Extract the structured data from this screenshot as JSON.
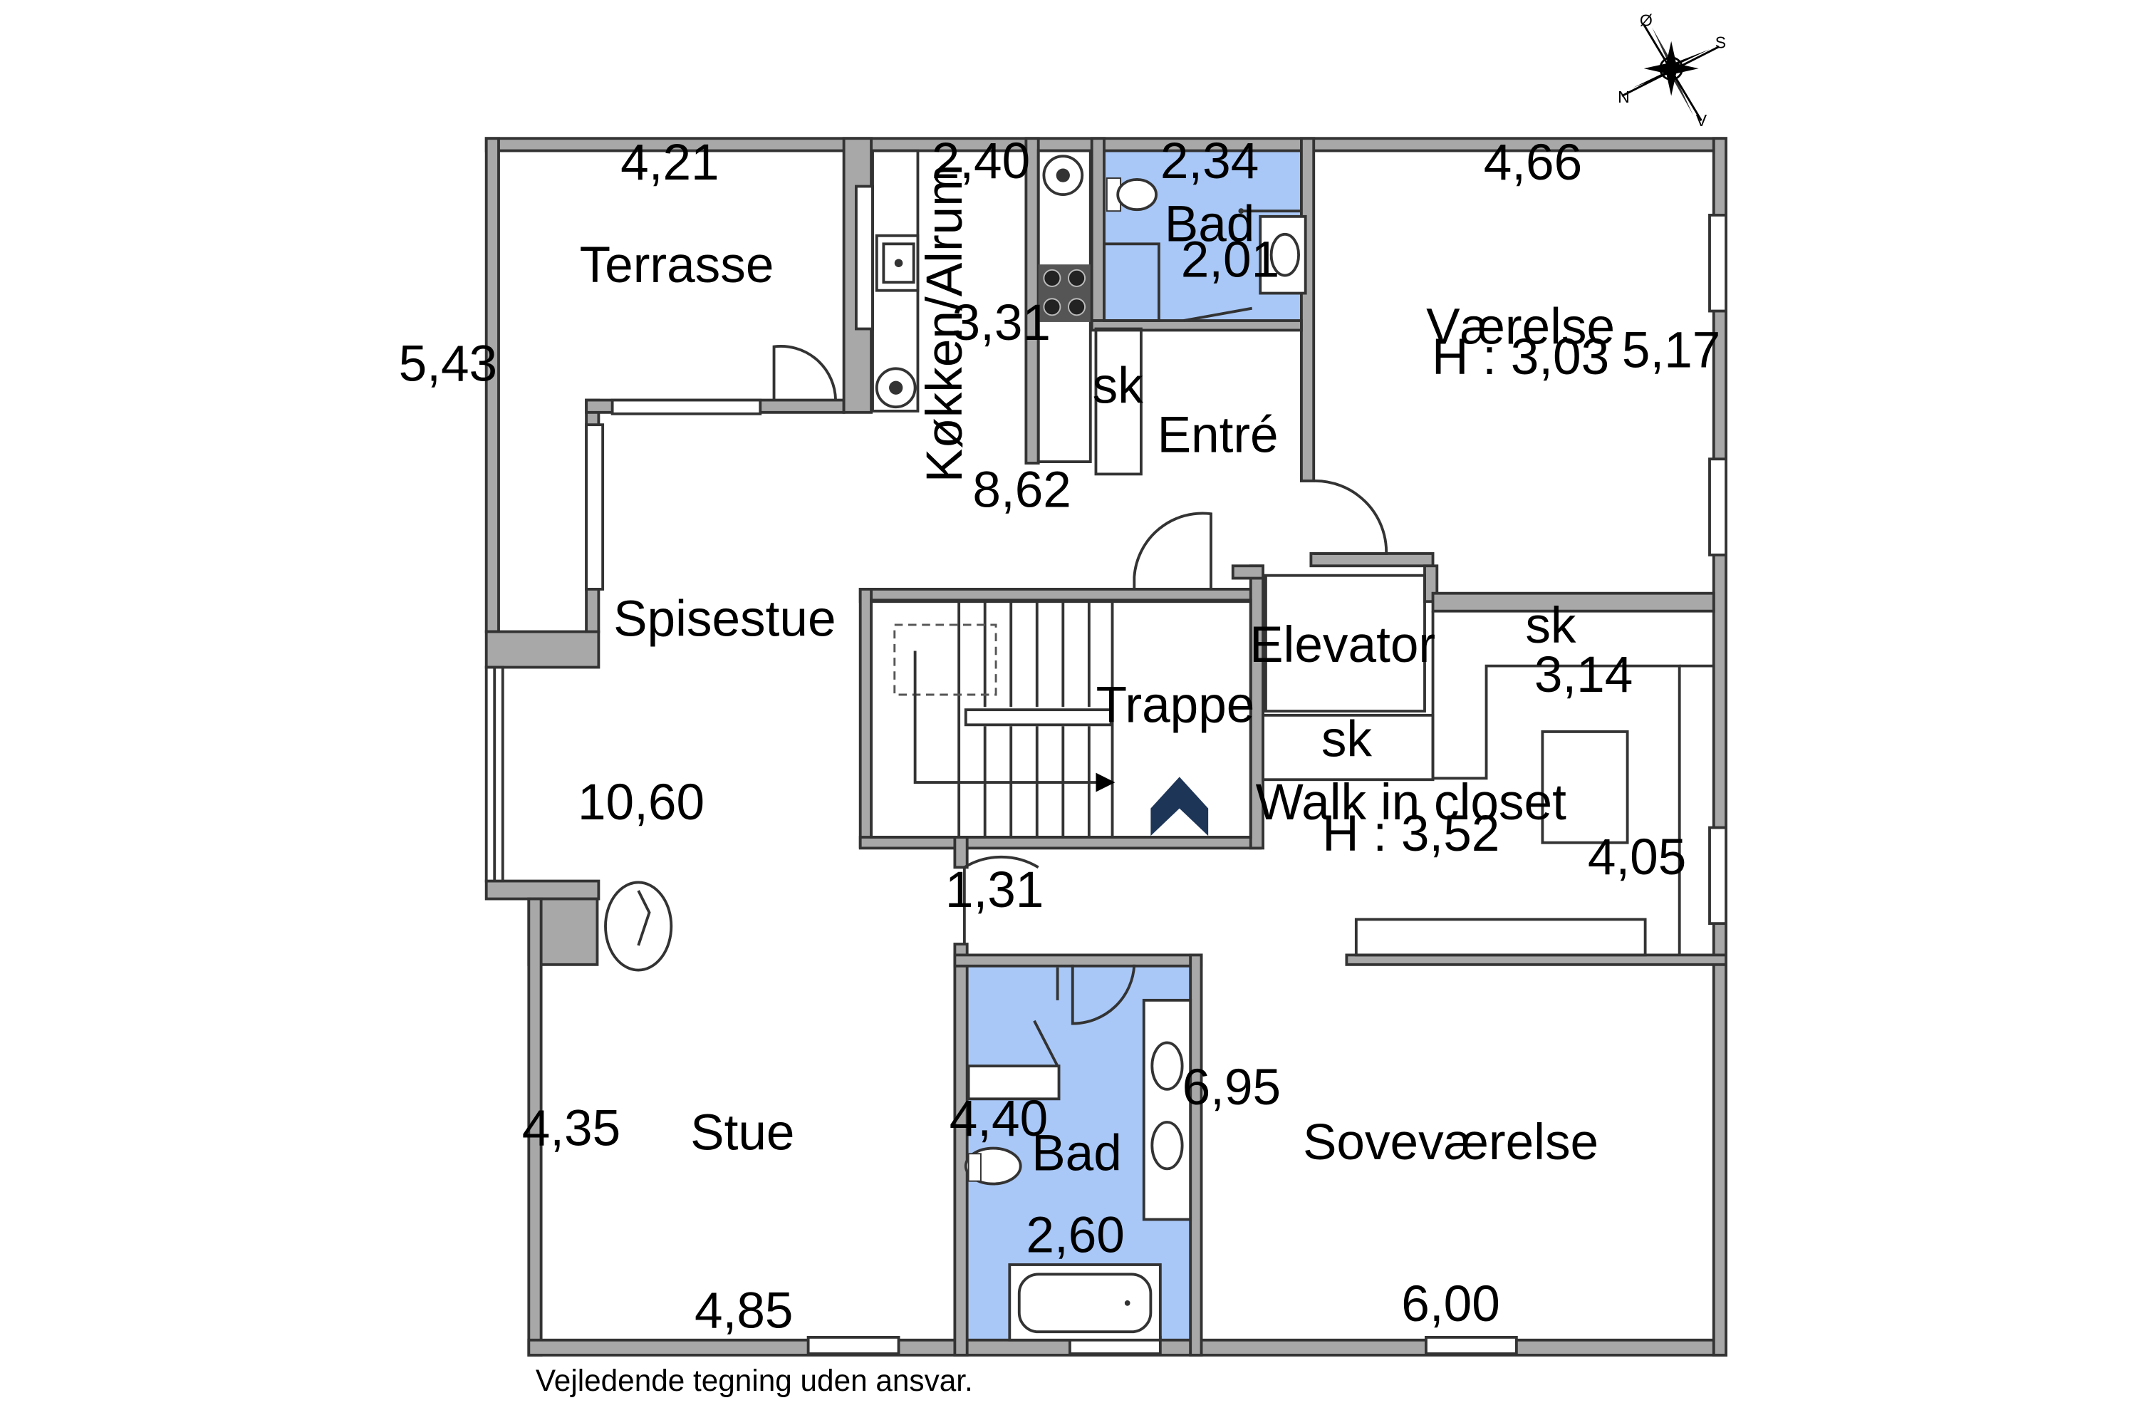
{
  "compass": {
    "letters": [
      "Ø",
      "S",
      "N",
      "V"
    ]
  },
  "rooms": {
    "terrasse": "Terrasse",
    "kokken": "Køkken/Alrum",
    "bad_top": "Bad",
    "vaerelse": "Værelse",
    "vaerelse_height": "H : 3,03",
    "entre": "Entré",
    "spisestue": "Spisestue",
    "elevator": "Elevator",
    "trappe": "Trappe",
    "walk_in_closet": "Walk in closet",
    "walk_in_height": "H : 3,52",
    "stue": "Stue",
    "bad_bottom": "Bad",
    "sovevaerelse": "Soveværelse",
    "sk_entre": "sk",
    "sk_closet_top": "sk",
    "sk_elevator": "sk"
  },
  "dimensions": {
    "d_421": "4,21",
    "d_240": "2,40",
    "d_234": "2,34",
    "d_466": "4,66",
    "d_543": "5,43",
    "d_201": "2,01",
    "d_331": "3,31",
    "d_517": "5,17",
    "d_862": "8,62",
    "d_314": "3,14",
    "d_1060": "10,60",
    "d_131": "1,31",
    "d_405": "4,05",
    "d_695": "6,95",
    "d_435": "4,35",
    "d_440": "4,40",
    "d_260": "2,60",
    "d_485": "4,85",
    "d_600": "6,00"
  },
  "disclaimer": "Vejledende tegning uden ansvar.",
  "colors": {
    "bathroom": "#a9c8f7",
    "wall": "#a8a8a8",
    "stair_arrow": "#1d3557"
  }
}
